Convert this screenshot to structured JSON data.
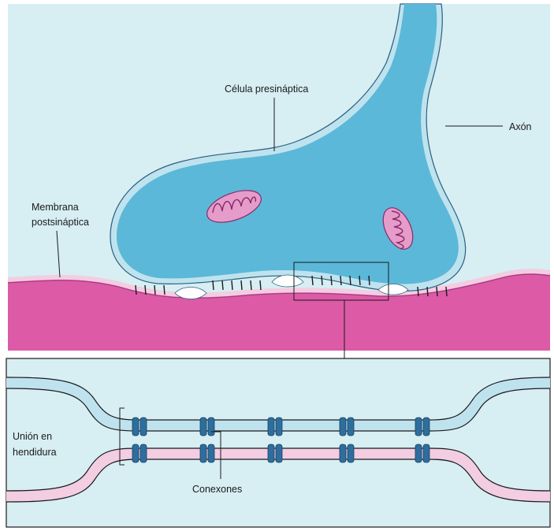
{
  "labels": {
    "presynaptic_cell": "Célula presináptica",
    "axon": "Axón",
    "postsynaptic_membrane_line1": "Membrana",
    "postsynaptic_membrane_line2": "postsináptica",
    "gap_junction_line1": "Unión en",
    "gap_junction_line2": "hendidura",
    "connexons": "Conexones"
  },
  "colors": {
    "background_panel": "#d7eef3",
    "presynaptic_fill": "#5bb8d8",
    "membrane_light": "#bfe3ee",
    "postsynaptic_fill": "#dc5aa6",
    "postsynaptic_membrane": "#f3cde2",
    "mitochondria": "#e59ccb",
    "connexon": "#2e6e9e",
    "outline": "#2a5f80"
  }
}
